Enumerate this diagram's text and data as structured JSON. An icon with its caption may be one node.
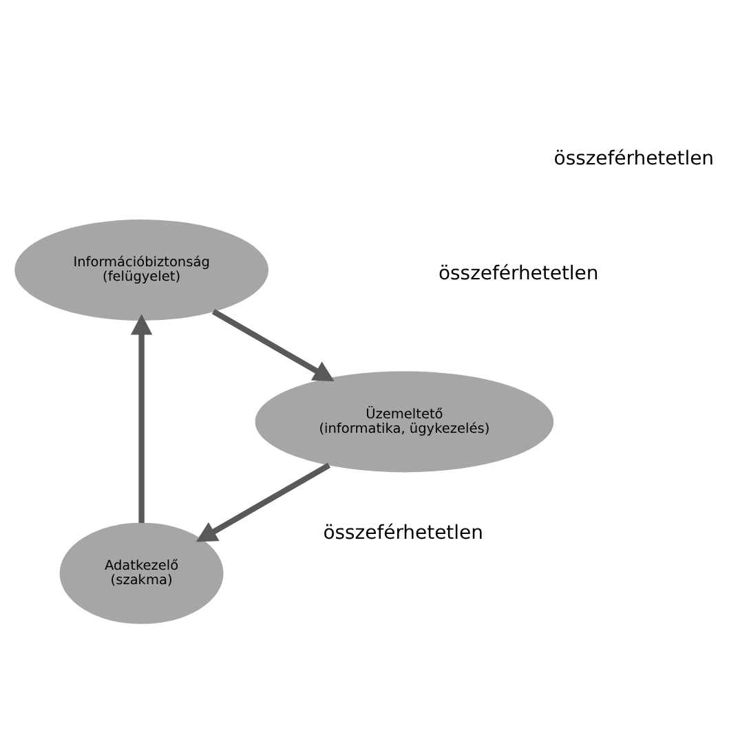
{
  "diagram": {
    "nodes": [
      {
        "text": [
          "Adatkezelő",
          "(szakma)"
        ]
      },
      {
        "text": [
          "Információbiztonság",
          "(felügyelet)"
        ]
      },
      {
        "text": [
          "Üzemeltető",
          "(informatika, ügykezelés)"
        ]
      }
    ],
    "edges": [
      {
        "from": 0,
        "to": 1,
        "arrow": "to"
      },
      {
        "from": 1,
        "to": 2,
        "arrow": "to"
      },
      {
        "from": 2,
        "to": 0,
        "arrow": "to"
      }
    ],
    "labels": [
      "összeférhetetlen",
      "összeférhetetlen",
      "összeférhetetlen"
    ]
  }
}
